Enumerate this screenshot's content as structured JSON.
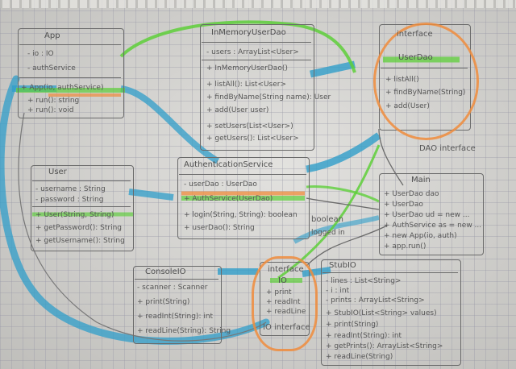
{
  "classes": {
    "app": {
      "name": "App",
      "lines": [
        "- io : IO",
        "- authService",
        "+ App(io, authService)",
        "+ run(): string",
        "+ run(): void"
      ]
    },
    "inMemory": {
      "name": "InMemoryUserDao",
      "lines": [
        "- users : ArrayList<User>",
        "+ InMemoryUserDao()",
        "+ listAll(): List<User>",
        "+ findByName(String name): User",
        "+ add(User user)",
        "+ setUsers(List<User>)",
        "+ getUsers(): List<User>"
      ]
    },
    "userDao": {
      "name": "UserDao",
      "stereotype": "interface",
      "lines": [
        "+ listAll()",
        "+ findByName(String)",
        "+ add(User)"
      ]
    },
    "user": {
      "name": "User",
      "lines": [
        "- username : String",
        "- password : String",
        "+ User(String, String)",
        "+ getPassword(): String",
        "+ getUsername(): String"
      ]
    },
    "auth": {
      "name": "AuthenticationService",
      "lines": [
        "- userDao : UserDao",
        "+ AuthService(UserDao)",
        "+ login(String, String): boolean",
        "+ userDao(): String"
      ]
    },
    "main": {
      "name": "Main",
      "lines": [
        "+ UserDao dao",
        "+ UserDao",
        "+ UserDao ud = new ...",
        "+ AuthService as = new ...",
        "+ new App(io, auth)",
        "+ app.run()"
      ]
    },
    "consoleIO": {
      "name": "ConsoleIO",
      "lines": [
        "- scanner : Scanner",
        "+ print(String)",
        "+ readInt(String): int",
        "+ readLine(String): String"
      ]
    },
    "io": {
      "name": "IO",
      "stereotype": "interface",
      "lines": [
        "+ print",
        "+ readInt",
        "+ readLine"
      ],
      "footer": "IO interface"
    },
    "stubIO": {
      "name": "StubIO",
      "lines": [
        "- lines : List<String>",
        "- i : int",
        "- prints : ArrayList<String>",
        "+ StubIO(List<String> values)",
        "+ print(String)",
        "+ readInt(String): int",
        "+ getPrints(): ArrayList<String>",
        "+ readLine(String)"
      ]
    }
  },
  "annotations": {
    "dao_interface": "DAO interface",
    "boolean": "boolean",
    "loggedin": "logged in"
  },
  "colors": {
    "pencil": "#6a6a6a",
    "blue": "#2f9ec9",
    "green": "#5ecf3a",
    "orange": "#f08c3c",
    "paper": "#d9d8d4"
  }
}
